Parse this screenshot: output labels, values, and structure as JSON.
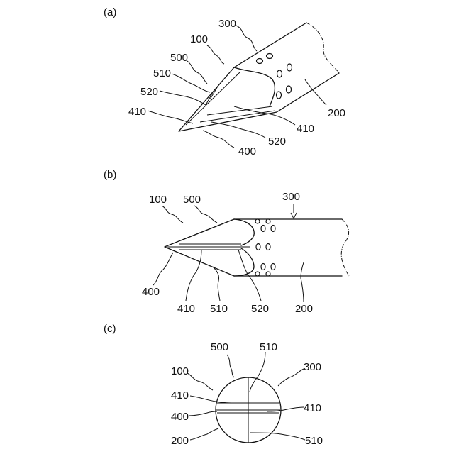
{
  "panels": {
    "a": {
      "title": "(a)",
      "labels": {
        "l300": "300",
        "l100": "100",
        "l500": "500",
        "l510": "510",
        "l520a": "520",
        "l410a": "410",
        "l410b": "410",
        "l400": "400",
        "l520b": "520",
        "l200": "200"
      }
    },
    "b": {
      "title": "(b)",
      "labels": {
        "l300": "300",
        "l100": "100",
        "l500": "500",
        "l400": "400",
        "l410": "410",
        "l510": "510",
        "l520": "520",
        "l200": "200"
      }
    },
    "c": {
      "title": "(c)",
      "labels": {
        "l500": "500",
        "l510a": "510",
        "l100": "100",
        "l300": "300",
        "l410a": "410",
        "l410b": "410",
        "l400": "400",
        "l200": "200",
        "l510b": "510"
      }
    }
  }
}
